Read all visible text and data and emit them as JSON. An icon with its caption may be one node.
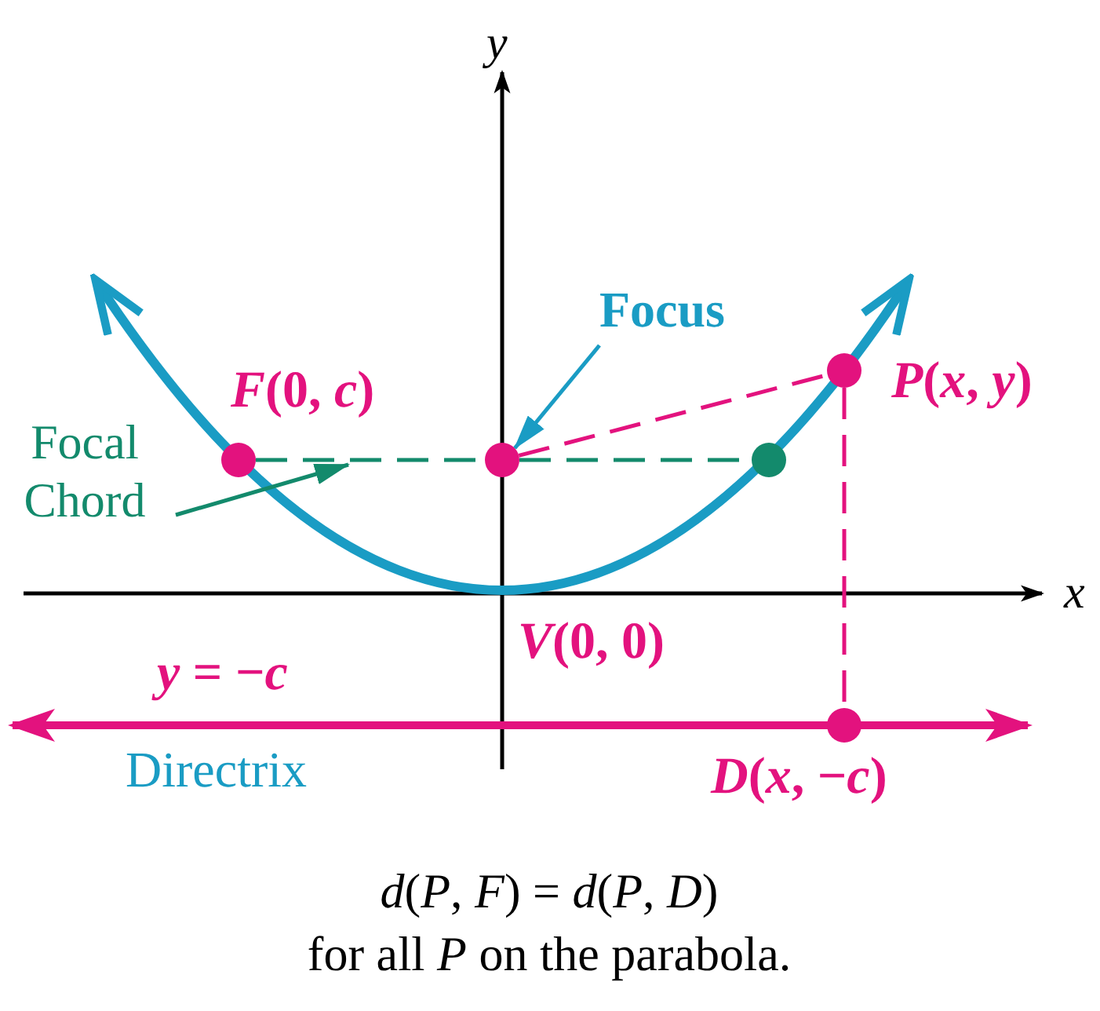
{
  "diagram": {
    "nodes": [
      {
        "text": [],
        "shape": "circle",
        "beside": [
          "*F*(0, *c*)"
        ]
      },
      {
        "text": [],
        "shape": "circle"
      },
      {
        "text": [],
        "shape": "circle"
      },
      {
        "text": [],
        "shape": "circle",
        "beside": [
          "*P*(*x*, *y*)"
        ]
      },
      {
        "text": [],
        "shape": "circle",
        "beside": [
          "*D*(*x*, −*c*)"
        ]
      },
      {
        "text": [
          "Focus"
        ]
      },
      {
        "text": [
          "Focal Chord"
        ]
      }
    ],
    "edges": [
      {
        "from": 5,
        "to": 1,
        "arrow": "to",
        "color": "#1a9cc4"
      },
      {
        "from": 6,
        "to": null,
        "arrow": "to",
        "color": "#138a6c"
      },
      {
        "from": 0,
        "to": 1,
        "arrow": "none",
        "style": "dashed",
        "color": "#138a6c"
      },
      {
        "from": 1,
        "to": 2,
        "arrow": "none",
        "style": "dashed",
        "color": "#138a6c"
      },
      {
        "from": 1,
        "to": 3,
        "arrow": "none",
        "style": "dashed",
        "color": "#e3127e"
      },
      {
        "from": 3,
        "to": 4,
        "arrow": "none",
        "style": "dashed",
        "color": "#e3127e"
      }
    ],
    "labels": [
      "*y*",
      "*x*",
      "*V*(0, 0)",
      "*y* = −*c*",
      "Directrix",
      "*d*(*P*, *F*) = *d*(*P*, *D*)",
      "for all *P* on the parabola."
    ]
  }
}
